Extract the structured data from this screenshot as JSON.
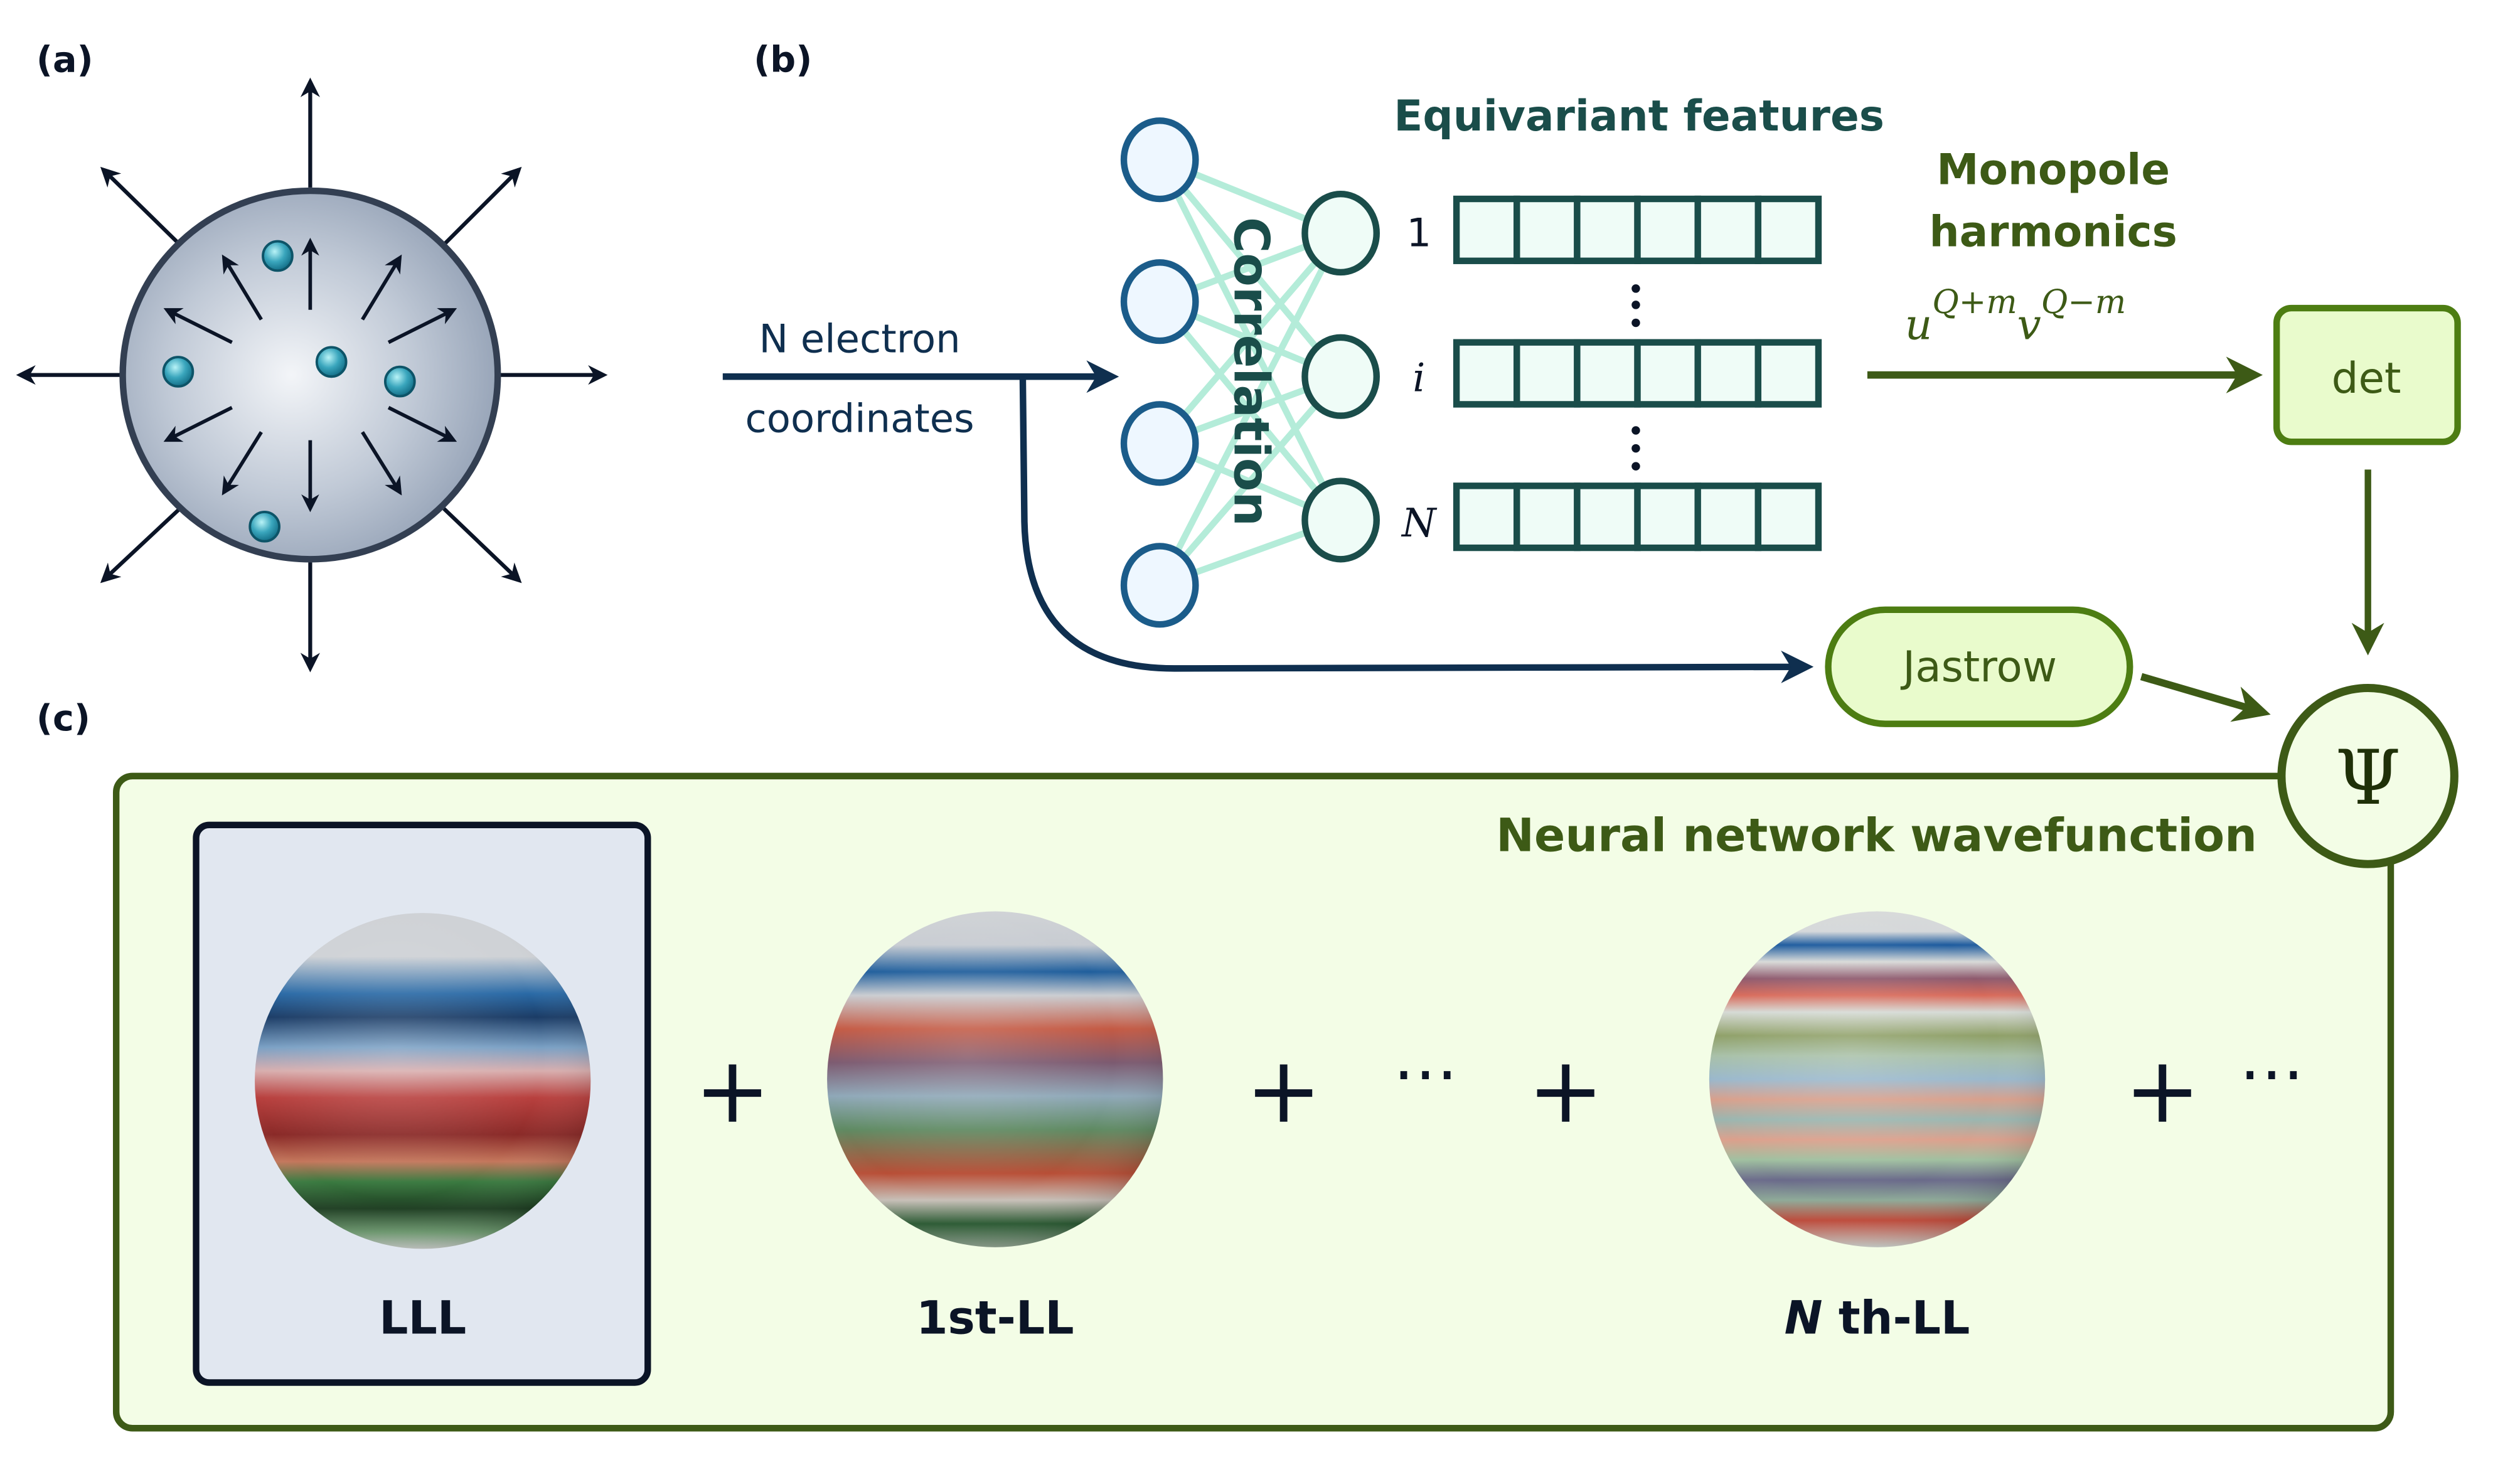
{
  "panels": {
    "a": {
      "label": "(a)"
    },
    "b": {
      "label": "(b)"
    },
    "c": {
      "label": "(c)"
    }
  },
  "panel_b": {
    "input_line1": "N electron",
    "input_line2": "coordinates",
    "correlation_label": "Correlation",
    "features_title": "Equivariant features",
    "row_labels": [
      "1",
      "i",
      "N"
    ],
    "cells_per_row": 6,
    "monopole_line1": "Monopole",
    "monopole_line2": "harmonics",
    "formula": {
      "u": "u",
      "u_exp": "Q+m",
      "v": "v",
      "v_exp": "Q−m"
    },
    "det_label": "det",
    "jastrow_label": "Jastrow",
    "psi_label": "Ψ"
  },
  "panel_c": {
    "title": "Neural network wavefunction",
    "terms": [
      {
        "label": "LLL",
        "highlighted": true
      },
      {
        "label": "1st-LL",
        "highlighted": false
      },
      {
        "label_italic": "N",
        "label": " th-LL",
        "highlighted": false
      }
    ],
    "plus": "+",
    "ellipsis": "⋯"
  },
  "colors": {
    "dark_navy": "#0b1426",
    "input_blue": "#0f2f4f",
    "node_blue": "#1b5c8a",
    "teal_dark": "#1a4d4a",
    "teal_light": "#b4ecd9",
    "olive": "#3d5a16",
    "green_box": "#4d7d12",
    "green_fill": "#e9fbcc",
    "panel_fill": "#f3fde6",
    "lll_fill": "#e1e7f0"
  }
}
